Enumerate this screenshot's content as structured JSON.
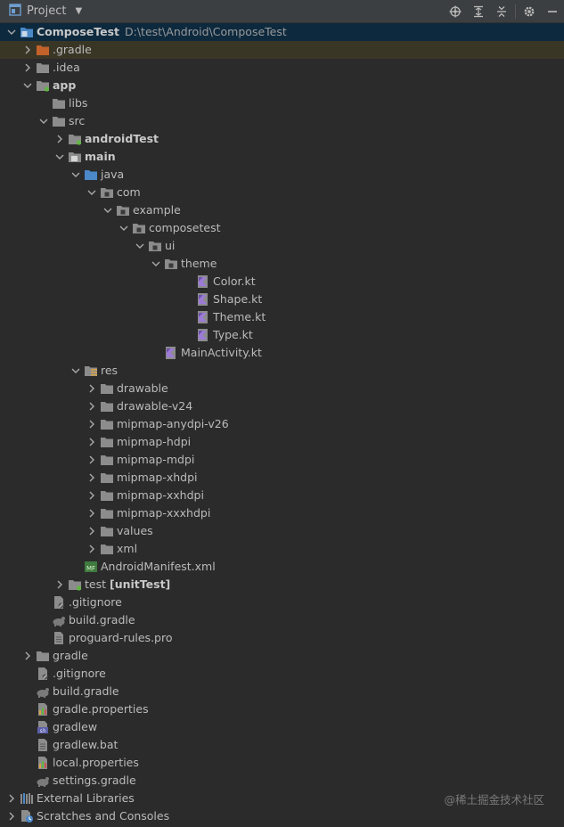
{
  "toolbar": {
    "title": "Project",
    "icons": [
      "locate-icon",
      "expand-all-icon",
      "collapse-all-icon",
      "gear-icon",
      "hide-icon"
    ]
  },
  "tree": [
    {
      "label": "ComposeTest",
      "path": "D:\\test\\Android\\ComposeTest",
      "depth": 0,
      "expanded": true,
      "icon": "project",
      "bold": true,
      "selected": true
    },
    {
      "label": ".gradle",
      "depth": 1,
      "expanded": false,
      "icon": "folder-orange"
    },
    {
      "label": ".idea",
      "depth": 1,
      "expanded": false,
      "icon": "folder"
    },
    {
      "label": "app",
      "depth": 1,
      "expanded": true,
      "icon": "module",
      "bold": true
    },
    {
      "label": "libs",
      "depth": 2,
      "icon": "folder",
      "leaf": true
    },
    {
      "label": "src",
      "depth": 2,
      "expanded": true,
      "icon": "folder"
    },
    {
      "label": "androidTest",
      "depth": 3,
      "expanded": false,
      "icon": "folder-test",
      "bold": true
    },
    {
      "label": "main",
      "depth": 3,
      "expanded": true,
      "icon": "folder-source",
      "bold": true
    },
    {
      "label": "java",
      "depth": 4,
      "expanded": true,
      "icon": "folder-blue"
    },
    {
      "label": "com",
      "depth": 5,
      "expanded": true,
      "icon": "package"
    },
    {
      "label": "example",
      "depth": 6,
      "expanded": true,
      "icon": "package"
    },
    {
      "label": "composetest",
      "depth": 7,
      "expanded": true,
      "icon": "package"
    },
    {
      "label": "ui",
      "depth": 8,
      "expanded": true,
      "icon": "package"
    },
    {
      "label": "theme",
      "depth": 9,
      "expanded": true,
      "icon": "package"
    },
    {
      "label": "Color.kt",
      "depth": 11,
      "icon": "kotlin",
      "leaf": true
    },
    {
      "label": "Shape.kt",
      "depth": 11,
      "icon": "kotlin",
      "leaf": true
    },
    {
      "label": "Theme.kt",
      "depth": 11,
      "icon": "kotlin",
      "leaf": true
    },
    {
      "label": "Type.kt",
      "depth": 11,
      "icon": "kotlin",
      "leaf": true
    },
    {
      "label": "MainActivity.kt",
      "depth": 9,
      "icon": "kotlin",
      "leaf": true
    },
    {
      "label": "res",
      "depth": 4,
      "expanded": true,
      "icon": "folder-res"
    },
    {
      "label": "drawable",
      "depth": 5,
      "expanded": false,
      "icon": "folder"
    },
    {
      "label": "drawable-v24",
      "depth": 5,
      "expanded": false,
      "icon": "folder"
    },
    {
      "label": "mipmap-anydpi-v26",
      "depth": 5,
      "expanded": false,
      "icon": "folder"
    },
    {
      "label": "mipmap-hdpi",
      "depth": 5,
      "expanded": false,
      "icon": "folder"
    },
    {
      "label": "mipmap-mdpi",
      "depth": 5,
      "expanded": false,
      "icon": "folder"
    },
    {
      "label": "mipmap-xhdpi",
      "depth": 5,
      "expanded": false,
      "icon": "folder"
    },
    {
      "label": "mipmap-xxhdpi",
      "depth": 5,
      "expanded": false,
      "icon": "folder"
    },
    {
      "label": "mipmap-xxxhdpi",
      "depth": 5,
      "expanded": false,
      "icon": "folder"
    },
    {
      "label": "values",
      "depth": 5,
      "expanded": false,
      "icon": "folder"
    },
    {
      "label": "xml",
      "depth": 5,
      "expanded": false,
      "icon": "folder"
    },
    {
      "label": "AndroidManifest.xml",
      "depth": 4,
      "icon": "manifest",
      "leaf": true
    },
    {
      "label": "test",
      "suffix": "[unitTest]",
      "depth": 3,
      "expanded": false,
      "icon": "folder-test"
    },
    {
      "label": ".gitignore",
      "depth": 2,
      "icon": "gitignore",
      "leaf": true
    },
    {
      "label": "build.gradle",
      "depth": 2,
      "icon": "gradle",
      "leaf": true
    },
    {
      "label": "proguard-rules.pro",
      "depth": 2,
      "icon": "file",
      "leaf": true
    },
    {
      "label": "gradle",
      "depth": 1,
      "expanded": false,
      "icon": "folder"
    },
    {
      "label": ".gitignore",
      "depth": 1,
      "icon": "gitignore",
      "leaf": true
    },
    {
      "label": "build.gradle",
      "depth": 1,
      "icon": "gradle",
      "leaf": true
    },
    {
      "label": "gradle.properties",
      "depth": 1,
      "icon": "properties",
      "leaf": true
    },
    {
      "label": "gradlew",
      "depth": 1,
      "icon": "shell",
      "leaf": true
    },
    {
      "label": "gradlew.bat",
      "depth": 1,
      "icon": "file",
      "leaf": true
    },
    {
      "label": "local.properties",
      "depth": 1,
      "icon": "properties",
      "leaf": true
    },
    {
      "label": "settings.gradle",
      "depth": 1,
      "icon": "gradle",
      "leaf": true
    },
    {
      "label": "External Libraries",
      "depth": 0,
      "expanded": false,
      "icon": "libraries"
    },
    {
      "label": "Scratches and Consoles",
      "depth": 0,
      "expanded": false,
      "icon": "scratches"
    }
  ],
  "watermark": "@稀土掘金技术社区",
  "colors": {
    "background": "#2b2b2b",
    "toolbar": "#3c3f41",
    "selection": "#0d293e",
    "text": "#bbbbbb",
    "folder": "#8c8c8c",
    "folder_blue": "#4a88c7",
    "kotlin": "#9c7bd6",
    "accent_green": "#62b543"
  }
}
